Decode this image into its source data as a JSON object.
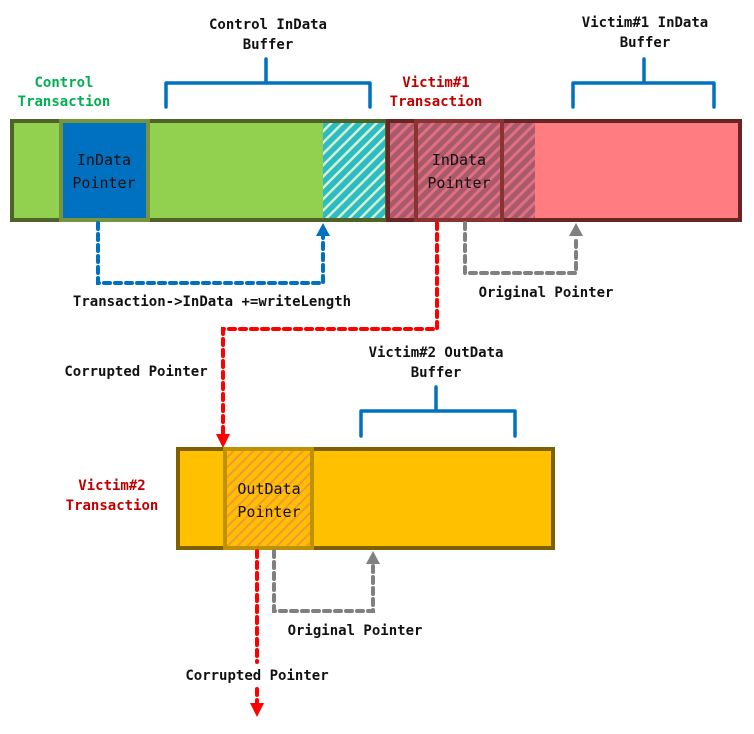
{
  "diagram": {
    "control_transaction": {
      "label_line1": "Control",
      "label_line2": "Transaction",
      "pointer_box_line1": "InData",
      "pointer_box_line2": "Pointer",
      "buffer_label_line1": "Control InData",
      "buffer_label_line2": "Buffer",
      "arrow_label": "Transaction->InData +=writeLength"
    },
    "victim1_transaction": {
      "label_line1": "Victim#1",
      "label_line2": "Transaction",
      "pointer_box_line1": "InData",
      "pointer_box_line2": "Pointer",
      "buffer_label_line1": "Victim#1 InData",
      "buffer_label_line2": "Buffer",
      "original_pointer_label": "Original Pointer"
    },
    "corrupted_pointer_label_1": "Corrupted Pointer",
    "victim2_transaction": {
      "label_line1": "Victim#2",
      "label_line2": "Transaction",
      "pointer_box_line1": "OutData",
      "pointer_box_line2": "Pointer",
      "buffer_label_line1": "Victim#2 OutData",
      "buffer_label_line2": "Buffer",
      "original_pointer_label": "Original Pointer"
    },
    "corrupted_pointer_label_2": "Corrupted Pointer",
    "colors": {
      "control_fill": "#92d050",
      "control_border": "#4f6228",
      "control_pointer": "#0070c0",
      "overflow_hatch": "#2bbcc4",
      "victim1_fill": "#ff7c80",
      "victim1_border": "#6b2424",
      "victim2_fill": "#ffc000",
      "victim2_border": "#7f6000",
      "bracket": "#0070c0",
      "corrupted_arrow": "#ff0000",
      "original_arrow": "#808080"
    }
  }
}
